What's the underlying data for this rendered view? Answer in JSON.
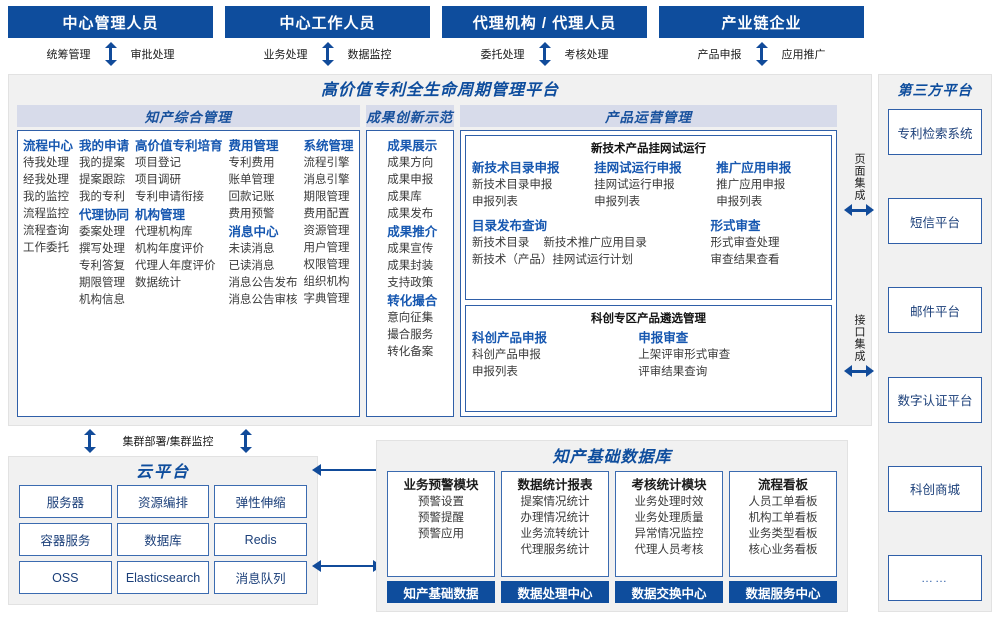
{
  "roles": [
    {
      "title": "中心管理人员",
      "left_flow": "统筹管理",
      "right_flow": "审批处理"
    },
    {
      "title": "中心工作人员",
      "left_flow": "业务处理",
      "right_flow": "数据监控"
    },
    {
      "title": "代理机构 / 代理人员",
      "left_flow": "委托处理",
      "right_flow": "考核处理"
    },
    {
      "title": "产业链企业",
      "left_flow": "产品申报",
      "right_flow": "应用推广"
    }
  ],
  "platform": {
    "title": "高价值专利全生命周期管理平台",
    "groups": [
      {
        "name": "知产综合管理",
        "columns": [
          {
            "sections": [
              {
                "cat": "流程中心",
                "items": [
                  "待我处理",
                  "经我处理",
                  "我的监控",
                  "流程监控",
                  "流程查询",
                  "工作委托"
                ]
              }
            ]
          },
          {
            "sections": [
              {
                "cat": "我的申请",
                "items": [
                  "我的提案",
                  "提案跟踪",
                  "我的专利"
                ]
              },
              {
                "cat": "代理协同",
                "items": [
                  "委案处理",
                  "撰写处理",
                  "专利答复",
                  "期限管理",
                  "机构信息"
                ]
              }
            ]
          },
          {
            "sections": [
              {
                "cat": "高价值专利培育",
                "items": [
                  "项目登记",
                  "项目调研",
                  "专利申请衔接"
                ]
              },
              {
                "cat": "机构管理",
                "items": [
                  "代理机构库",
                  "机构年度评价",
                  "代理人年度评价",
                  "数据统计"
                ]
              }
            ]
          },
          {
            "sections": [
              {
                "cat": "费用管理",
                "items": [
                  "专利费用",
                  "账单管理",
                  "回款记账",
                  "费用预警"
                ]
              },
              {
                "cat": "消息中心",
                "items": [
                  "未读消息",
                  "已读消息",
                  "消息公告发布",
                  "消息公告审核"
                ]
              }
            ]
          },
          {
            "sections": [
              {
                "cat": "系统管理",
                "items": [
                  "流程引擎",
                  "消息引擎",
                  "期限管理",
                  "费用配置",
                  "资源管理",
                  "用户管理",
                  "权限管理",
                  "组织机构",
                  "字典管理"
                ]
              }
            ]
          }
        ]
      },
      {
        "name": "成果创新示范",
        "columns": [
          {
            "sections": [
              {
                "cat": "成果展示",
                "items": [
                  "成果方向",
                  "成果申报",
                  "成果库",
                  "成果发布"
                ]
              },
              {
                "cat": "成果推介",
                "items": [
                  "成果宣传",
                  "成果封装",
                  "支持政策"
                ]
              },
              {
                "cat": "转化撮合",
                "items": [
                  "意向征集",
                  "撮合服务",
                  "转化备案"
                ]
              }
            ]
          }
        ]
      },
      {
        "name": "产品运营管理",
        "subpanels": [
          {
            "title": "新技术产品挂网试运行",
            "row1": [
              {
                "cat": "新技术目录申报",
                "items": [
                  "新技术目录申报",
                  "申报列表"
                ]
              },
              {
                "cat": "挂网试运行申报",
                "items": [
                  "挂网试运行申报",
                  "申报列表"
                ]
              },
              {
                "cat": "推广应用申报",
                "items": [
                  "推广应用申报",
                  "申报列表"
                ]
              }
            ],
            "row2": [
              {
                "cat": "目录发布查询",
                "items": [
                  "新技术目录",
                  "新技术推广应用目录",
                  "新技术（产品）挂网试运行计划"
                ]
              },
              {
                "cat": "形式审查",
                "items": [
                  "形式审查处理",
                  "审查结果查看"
                ]
              }
            ]
          },
          {
            "title": "科创专区产品遴选管理",
            "row1": [
              {
                "cat": "科创产品申报",
                "items": [
                  "科创产品申报",
                  "申报列表"
                ]
              },
              {
                "cat": "申报审查",
                "items": [
                  "上架评审形式审查",
                  "评审结果查询"
                ]
              }
            ]
          }
        ]
      }
    ]
  },
  "integration": [
    {
      "label": "页面集成"
    },
    {
      "label": "接口集成"
    }
  ],
  "third_party": {
    "title": "第三方平台",
    "items": [
      "专利检索系统",
      "短信平台",
      "邮件平台",
      "数字认证平台",
      "科创商城",
      "……"
    ]
  },
  "cluster_label": "集群部署/集群监控",
  "cloud": {
    "title": "云平台",
    "cells": [
      "服务器",
      "资源编排",
      "弹性伸缩",
      "容器服务",
      "数据库",
      "Redis",
      "OSS",
      "Elasticsearch",
      "消息队列"
    ]
  },
  "database": {
    "title": "知产基础数据库",
    "columns": [
      {
        "header": "业务预警模块",
        "items": [
          "预警设置",
          "预警提醒",
          "预警应用"
        ],
        "footer": "知产基础数据"
      },
      {
        "header": "数据统计报表",
        "items": [
          "提案情况统计",
          "办理情况统计",
          "业务流转统计",
          "代理服务统计"
        ],
        "footer": "数据处理中心"
      },
      {
        "header": "考核统计模块",
        "items": [
          "业务处理时效",
          "业务处理质量",
          "异常情况监控",
          "代理人员考核"
        ],
        "footer": "数据交换中心"
      },
      {
        "header": "流程看板",
        "items": [
          "人员工单看板",
          "机构工单看板",
          "业务类型看板",
          "核心业务看板"
        ],
        "footer": "数据服务中心"
      }
    ]
  },
  "colors": {
    "brand_blue": "#0e4d9d",
    "band": "#d7dbea",
    "border_blue": "#2f5fa8",
    "panel_bg": "#f1f1f1",
    "cat_blue": "#1657b0"
  }
}
